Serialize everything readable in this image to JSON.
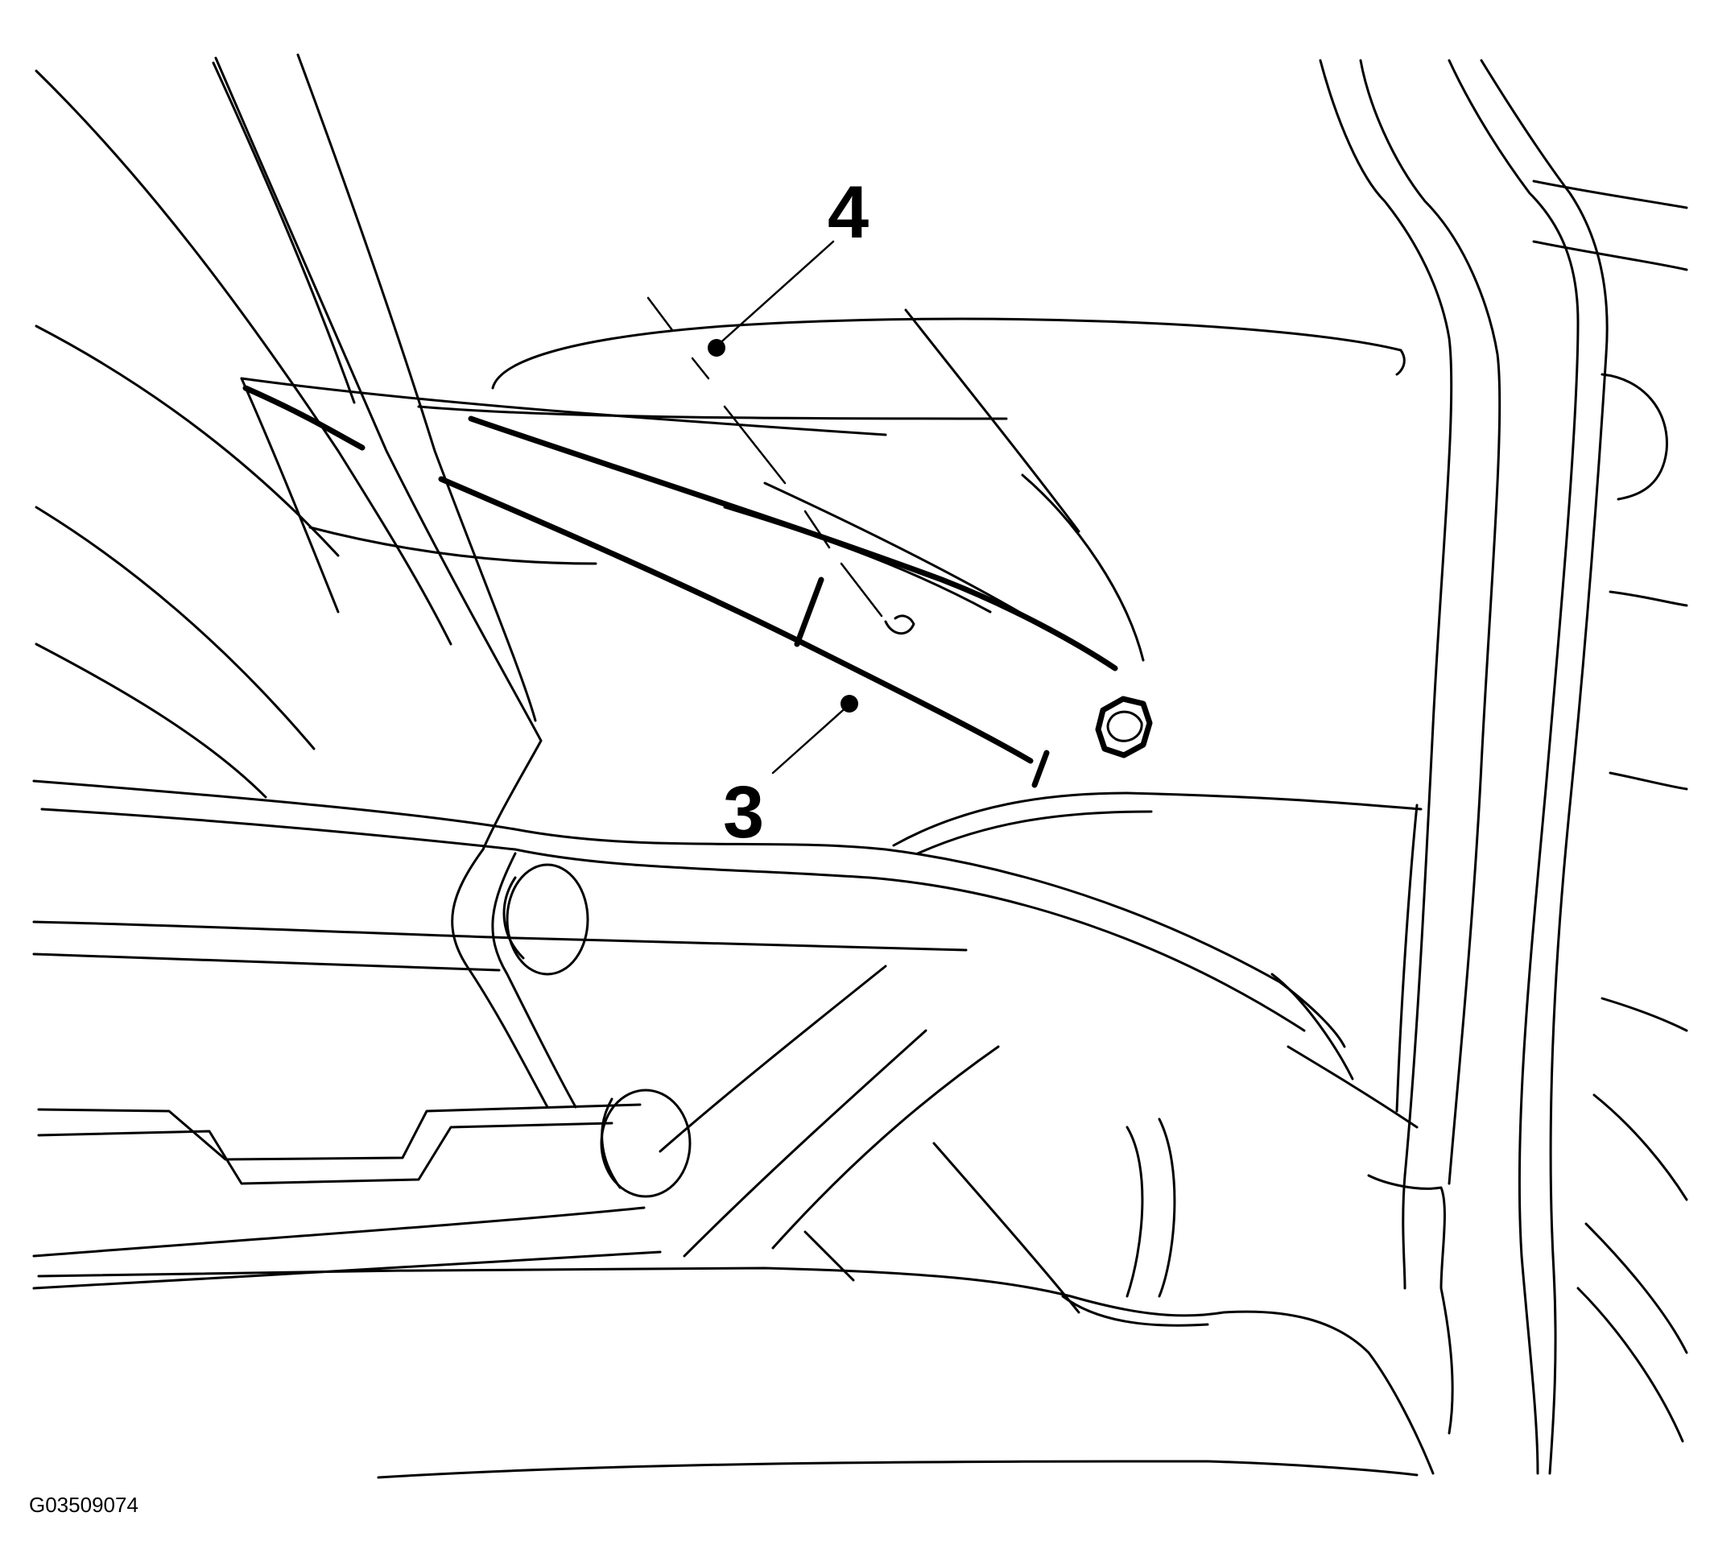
{
  "callouts": [
    {
      "label": "4"
    },
    {
      "label": "3"
    }
  ],
  "figure_id": "G03509074",
  "colors": {
    "line": "#000000",
    "background": "#ffffff"
  }
}
